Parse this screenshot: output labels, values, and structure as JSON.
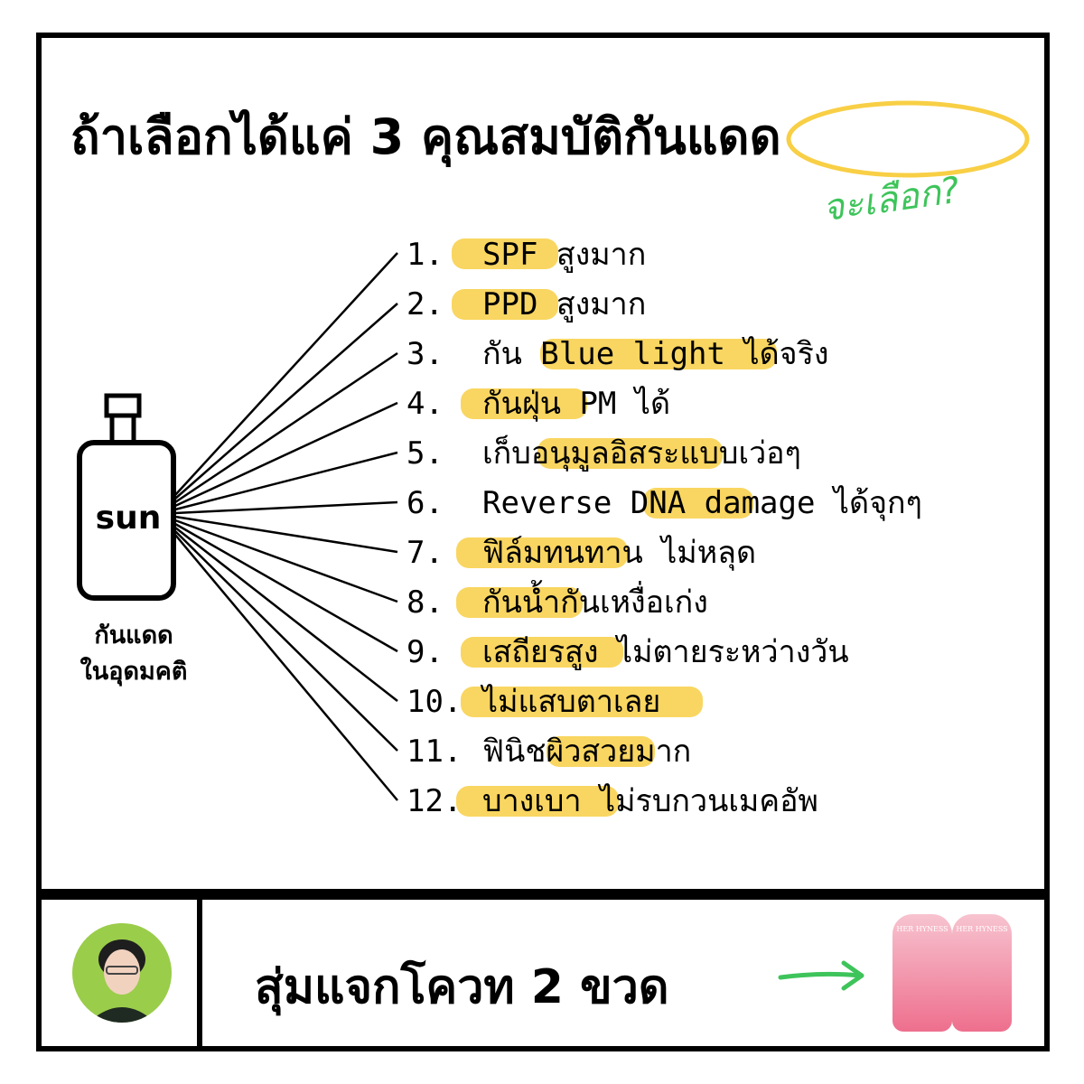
{
  "title": "ถ้าเลือกได้แค่ 3  คุณสมบัติกันแดด",
  "subtitle": "จะเลือก?",
  "bottle": {
    "label": "sun",
    "caption_line1": "กันแดด",
    "caption_line2": "ในอุดมคติ"
  },
  "highlight_color": "#f8cf45",
  "accent_green": "#3ec45a",
  "items": [
    {
      "num": "1.",
      "text": "SPF สูงมาก"
    },
    {
      "num": "2.",
      "text": "PPD สูงมาก"
    },
    {
      "num": "3.",
      "text": "กัน Blue light ได้จริง"
    },
    {
      "num": "4.",
      "text": "กันฝุ่น PM ได้"
    },
    {
      "num": "5.",
      "text": "เก็บอนุมูลอิสระแบบเว่อๆ"
    },
    {
      "num": "6.",
      "text": "Reverse DNA damage ได้จุกๆ"
    },
    {
      "num": "7.",
      "text": "ฟิล์มทนทาน ไม่หลุด"
    },
    {
      "num": "8.",
      "text": "กันน้ำกันเหงื่อเก่ง"
    },
    {
      "num": "9.",
      "text": "เสถียรสูง ไม่ตายระหว่างวัน"
    },
    {
      "num": "10.",
      "text": "ไม่แสบตาเลย"
    },
    {
      "num": "11.",
      "text": "ฟินิชผิวสวยมาก"
    },
    {
      "num": "12.",
      "text": "บางเบา ไม่รบกวนเมคอัพ"
    }
  ],
  "footer": {
    "text": "สุ่มแจกโควท 2 ขวด",
    "product_label": "HER HYNESS"
  }
}
